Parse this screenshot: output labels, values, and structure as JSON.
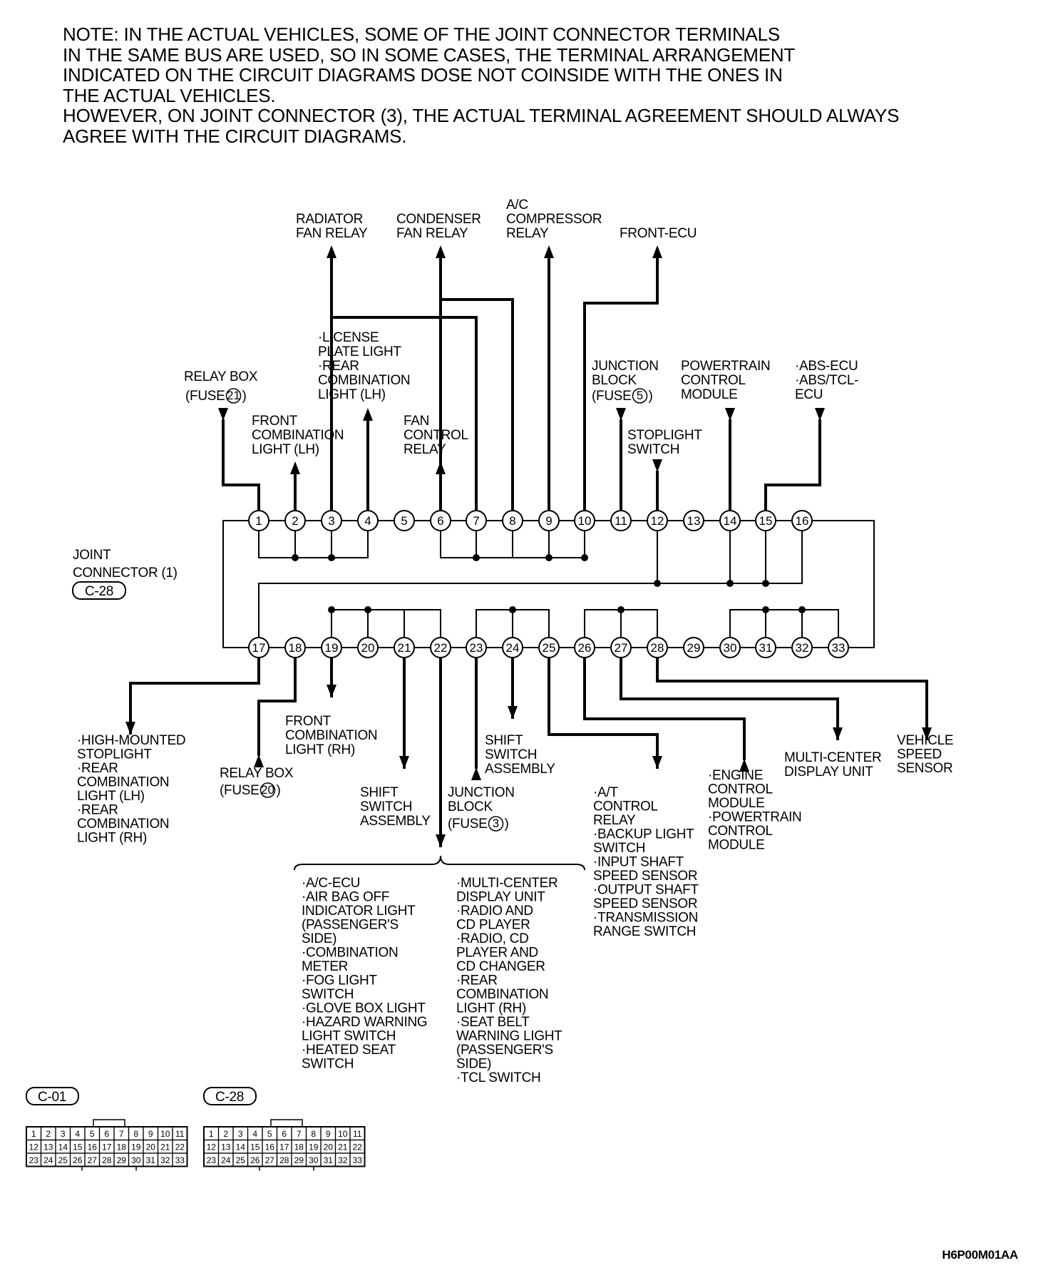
{
  "note_lines": [
    "NOTE:    IN THE ACTUAL VEHICLES, SOME OF THE JOINT CONNECTOR TERMINALS",
    "IN THE SAME BUS ARE USED, SO IN SOME CASES, THE TERMINAL ARRANGEMENT",
    "INDICATED ON THE CIRCUIT DIAGRAMS DOSE NOT COINSIDE WITH THE ONES IN",
    "THE ACTUAL VEHICLES.",
    "HOWEVER, ON JOINT CONNECTOR (3), THE ACTUAL TERMINAL AGREEMENT SHOULD ALWAYS",
    "AGREE WITH THE CIRCUIT DIAGRAMS."
  ],
  "joint_connector": {
    "name_line1": "JOINT",
    "name_line2": "CONNECTOR (1)",
    "code": "C-28"
  },
  "top_pins": [
    "1",
    "2",
    "3",
    "4",
    "5",
    "6",
    "7",
    "8",
    "9",
    "10",
    "11",
    "12",
    "13",
    "14",
    "15",
    "16"
  ],
  "bottom_pins": [
    "17",
    "18",
    "19",
    "20",
    "21",
    "22",
    "23",
    "24",
    "25",
    "26",
    "27",
    "28",
    "29",
    "30",
    "31",
    "32",
    "33"
  ],
  "labels": {
    "radiator_fan_relay": [
      "RADIATOR",
      "FAN RELAY"
    ],
    "condenser_fan_relay": [
      "CONDENSER",
      "FAN RELAY"
    ],
    "ac_compressor_relay": [
      "A/C",
      "COMPRESSOR",
      "RELAY"
    ],
    "front_ecu": [
      "FRONT-ECU"
    ],
    "relay_box_21": [
      "RELAY BOX",
      "(FUSE",
      "21",
      ")"
    ],
    "front_combination_light_lh": [
      "FRONT",
      "COMBINATION",
      "LIGHT (LH)"
    ],
    "license_plate_light": [
      "·LICENSE",
      "PLATE LIGHT",
      "·REAR",
      "COMBINATION",
      "LIGHT (LH)"
    ],
    "fan_control_relay": [
      "FAN",
      "CONTROL",
      "RELAY"
    ],
    "junction_block_5": [
      "JUNCTION",
      "BLOCK",
      "(FUSE",
      "5",
      ")"
    ],
    "stoplight_switch": [
      "STOPLIGHT",
      "SWITCH"
    ],
    "powertrain_control_module": [
      "POWERTRAIN",
      "CONTROL",
      "MODULE"
    ],
    "abs_ecu": [
      "·ABS-ECU",
      "·ABS/TCL-",
      "ECU"
    ],
    "high_mounted_stoplight": [
      "·HIGH-MOUNTED",
      "STOPLIGHT",
      "·REAR",
      "COMBINATION",
      "LIGHT (LH)",
      "·REAR",
      "COMBINATION",
      "LIGHT (RH)"
    ],
    "relay_box_20": [
      "RELAY BOX",
      "(FUSE",
      "20",
      ")"
    ],
    "front_combination_light_rh": [
      "FRONT",
      "COMBINATION",
      "LIGHT (RH)"
    ],
    "shift_switch_assembly_21": [
      "SHIFT",
      "SWITCH",
      "ASSEMBLY"
    ],
    "junction_block_3": [
      "JUNCTION",
      "BLOCK",
      "(FUSE",
      "3",
      ")"
    ],
    "shift_switch_assembly_24": [
      "SHIFT",
      "SWITCH",
      "ASSEMBLY"
    ],
    "at_control_relay": [
      "·A/T",
      "CONTROL",
      "RELAY",
      "·BACKUP LIGHT",
      "SWITCH",
      "·INPUT SHAFT",
      "SPEED SENSOR",
      "·OUTPUT SHAFT",
      "SPEED SENSOR",
      "·TRANSMISSION",
      "RANGE SWITCH"
    ],
    "engine_control_module": [
      "·ENGINE",
      "CONTROL",
      "MODULE",
      "·POWERTRAIN",
      "CONTROL",
      "MODULE"
    ],
    "multi_center_display_unit": [
      "MULTI-CENTER",
      "DISPLAY UNIT"
    ],
    "vehicle_speed_sensor": [
      "VEHICLE",
      "SPEED",
      "SENSOR"
    ],
    "pin22_list_left": [
      "·A/C-ECU",
      "·AIR BAG OFF",
      "INDICATOR LIGHT",
      "(PASSENGER'S",
      "SIDE)",
      "·COMBINATION",
      "METER",
      "·FOG LIGHT",
      "SWITCH",
      "·GLOVE BOX LIGHT",
      "·HAZARD WARNING",
      "LIGHT SWITCH",
      "·HEATED SEAT",
      "SWITCH"
    ],
    "pin22_list_right": [
      "·MULTI-CENTER",
      "DISPLAY UNIT",
      "·RADIO AND",
      "CD PLAYER",
      "·RADIO, CD",
      "PLAYER AND",
      "CD CHANGER",
      "·REAR",
      "COMBINATION",
      "LIGHT (RH)",
      "·SEAT BELT",
      "WARNING LIGHT",
      "(PASSENGER'S",
      "SIDE)",
      "·TCL SWITCH"
    ]
  },
  "connector_faces": [
    {
      "code": "C-01",
      "rows": [
        [
          "1",
          "2",
          "3",
          "4",
          "5",
          "6",
          "7",
          "8",
          "9",
          "10",
          "11"
        ],
        [
          "12",
          "13",
          "14",
          "15",
          "16",
          "17",
          "18",
          "19",
          "20",
          "21",
          "22"
        ],
        [
          "23",
          "24",
          "25",
          "26",
          "27",
          "28",
          "29",
          "30",
          "31",
          "32",
          "33"
        ]
      ]
    },
    {
      "code": "C-28",
      "rows": [
        [
          "1",
          "2",
          "3",
          "4",
          "5",
          "6",
          "7",
          "8",
          "9",
          "10",
          "11"
        ],
        [
          "12",
          "13",
          "14",
          "15",
          "16",
          "17",
          "18",
          "19",
          "20",
          "21",
          "22"
        ],
        [
          "23",
          "24",
          "25",
          "26",
          "27",
          "28",
          "29",
          "30",
          "31",
          "32",
          "33"
        ]
      ]
    }
  ],
  "figure_ref": "H6P00M01AA",
  "colors": {
    "ink": "#000000",
    "paper": "#ffffff"
  }
}
